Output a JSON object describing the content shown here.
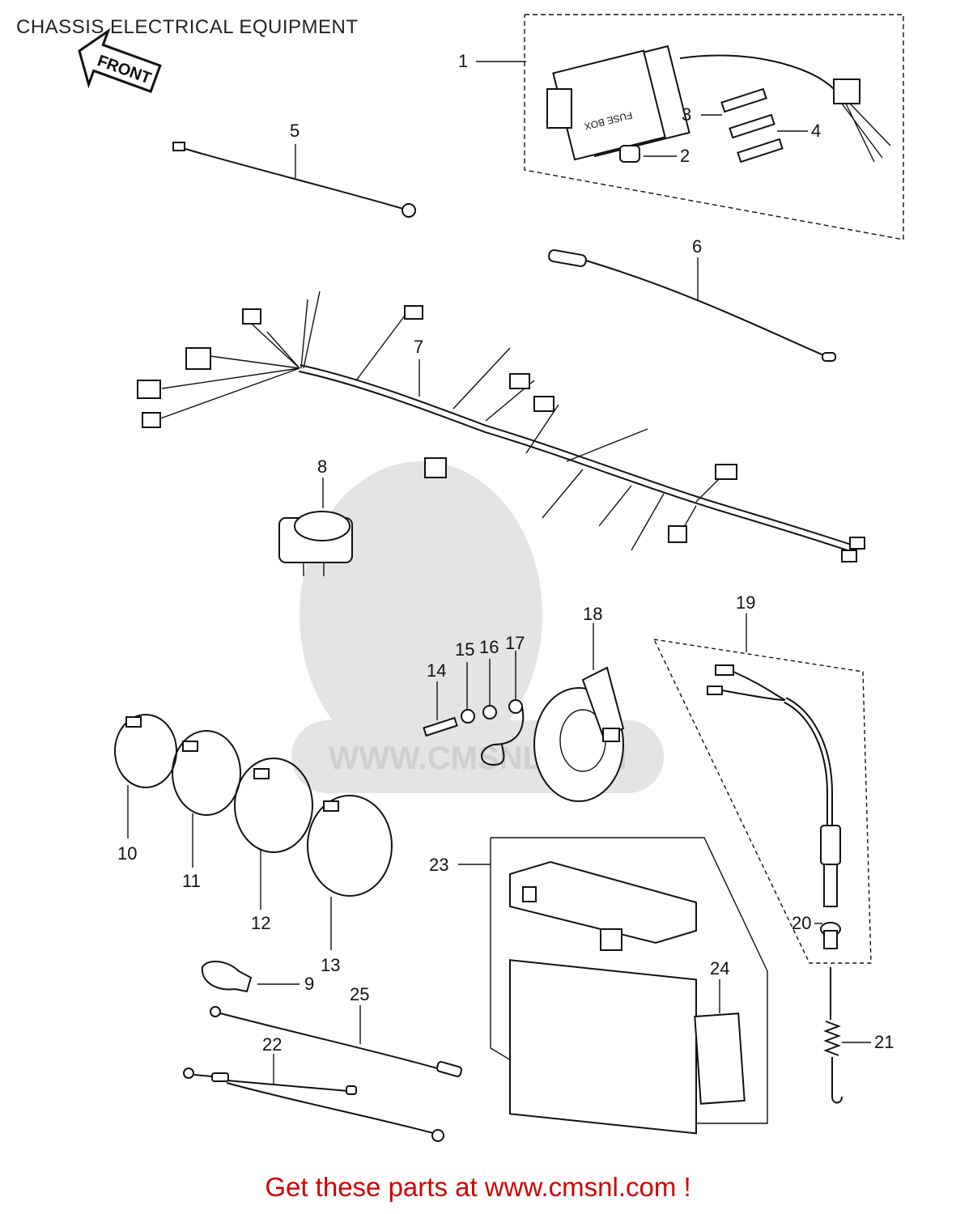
{
  "title": "CHASSIS ELECTRICAL EQUIPMENT",
  "front_arrow": "FRONT",
  "watermark": "WWW.CMSNL.COM",
  "fuse_box_label": "FUSE BOX",
  "callouts": [
    "1",
    "2",
    "3",
    "4",
    "5",
    "6",
    "7",
    "8",
    "9",
    "10",
    "11",
    "12",
    "13",
    "14",
    "15",
    "16",
    "17",
    "18",
    "19",
    "20",
    "21",
    "22",
    "23",
    "24",
    "25"
  ],
  "footer": "Get these parts at www.cmsnl.com !"
}
